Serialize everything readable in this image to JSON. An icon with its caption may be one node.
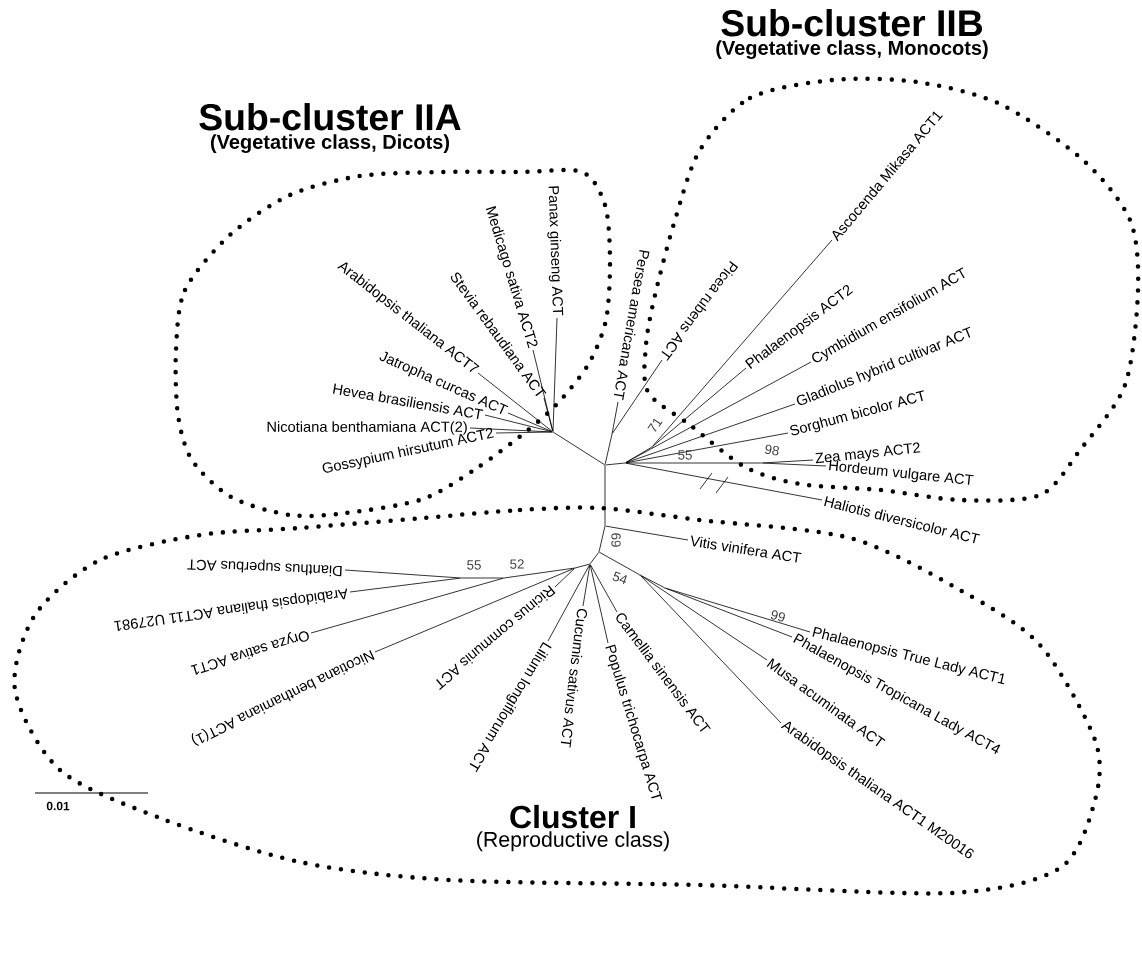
{
  "diagram": {
    "nodes": [
      {
        "text": [
          "Sub-cluster IIA",
          "(Vegetative class, Dicots)"
        ]
      },
      {
        "text": [
          "Sub-cluster IIB",
          "(Vegetative class, Monocots)"
        ]
      },
      {
        "text": [
          "Cluster I",
          "(Reproductive class)"
        ]
      },
      {
        "text": [
          "Panax ginseng ACT"
        ],
        "in": 0
      },
      {
        "text": [
          "Medicago sativa ACT2"
        ],
        "in": 0
      },
      {
        "text": [
          "Stevia rebaudiana ACT"
        ],
        "in": 0
      },
      {
        "text": [
          "Arabidopsis thaliana ACT7"
        ],
        "in": 0
      },
      {
        "text": [
          "Jatropha curcas ACT"
        ],
        "in": 0
      },
      {
        "text": [
          "Hevea brasiliensis ACT"
        ],
        "in": 0
      },
      {
        "text": [
          "Nicotiana benthamiana ACT(2)"
        ],
        "in": 0
      },
      {
        "text": [
          "Gossypium hirsutum ACT2"
        ],
        "in": 0
      },
      {
        "text": [
          "Persea americana ACT"
        ]
      },
      {
        "text": [
          "Picea rubens ACT"
        ],
        "in": 1
      },
      {
        "text": [
          "Ascocenda Mikasa ACT1"
        ],
        "in": 1
      },
      {
        "text": [
          "Phalaenopsis ACT2"
        ],
        "in": 1
      },
      {
        "text": [
          "Cymbidium ensifolium ACT"
        ],
        "in": 1
      },
      {
        "text": [
          "Gladiolus hybrid cultivar ACT"
        ],
        "in": 1
      },
      {
        "text": [
          "Sorghum bicolor ACT"
        ],
        "in": 1
      },
      {
        "text": [
          "Zea mays ACT2"
        ],
        "in": 1
      },
      {
        "text": [
          "Hordeum vulgare ACT"
        ],
        "in": 1
      },
      {
        "text": [
          "Haliotis diversicolor ACT"
        ]
      },
      {
        "text": [
          "Vitis vinifera ACT"
        ],
        "in": 2
      },
      {
        "text": [
          "Dianthus superbus ACT"
        ],
        "in": 2
      },
      {
        "text": [
          "Arabidopsis thaliana ACT11 U27981"
        ],
        "in": 2
      },
      {
        "text": [
          "Oryza sativa ACT1"
        ],
        "in": 2
      },
      {
        "text": [
          "Nicotiana benthamiana ACT(1)"
        ],
        "in": 2
      },
      {
        "text": [
          "Ricinus communis ACT"
        ],
        "in": 2
      },
      {
        "text": [
          "Lilium longiflorum ACT"
        ],
        "in": 2
      },
      {
        "text": [
          "Cucumis sativus ACT"
        ],
        "in": 2
      },
      {
        "text": [
          "Populus trichocarpa ACT"
        ],
        "in": 2
      },
      {
        "text": [
          "Camellia sinensis ACT"
        ],
        "in": 2
      },
      {
        "text": [
          "Phalaenopsis True Lady ACT1"
        ],
        "in": 2
      },
      {
        "text": [
          "Phalaenopsis Tropicana Lady ACT4"
        ],
        "in": 2
      },
      {
        "text": [
          "Musa acuminata ACT"
        ],
        "in": 2
      },
      {
        "text": [
          "Arabidopsis thaliana ACT1 M20016"
        ],
        "in": 2
      },
      {
        "text": [],
        "shape": "point"
      },
      {
        "text": [],
        "shape": "point",
        "in": 0
      },
      {
        "text": [],
        "shape": "point"
      },
      {
        "text": [],
        "shape": "point"
      },
      {
        "text": [],
        "shape": "point"
      },
      {
        "text": [],
        "shape": "point",
        "in": 1
      },
      {
        "text": [],
        "shape": "point",
        "in": 2
      },
      {
        "text": [],
        "shape": "point",
        "in": 2
      },
      {
        "text": [],
        "shape": "point",
        "in": 2
      },
      {
        "text": [],
        "shape": "point",
        "in": 2
      },
      {
        "text": [],
        "shape": "point",
        "in": 2
      },
      {
        "text": [],
        "shape": "point",
        "in": 2
      },
      {
        "text": [],
        "shape": "point",
        "in": 2
      },
      {
        "text": [],
        "shape": "point",
        "in": 2
      }
    ],
    "edges": [
      {
        "from": 35,
        "to": 36,
        "arrow": "none"
      },
      {
        "from": 35,
        "to": 37,
        "arrow": "none"
      },
      {
        "from": 35,
        "to": 38,
        "arrow": "none"
      },
      {
        "from": 35,
        "to": 41,
        "arrow": "none"
      },
      {
        "from": 36,
        "to": 3,
        "arrow": "none"
      },
      {
        "from": 36,
        "to": 4,
        "arrow": "none"
      },
      {
        "from": 36,
        "to": 5,
        "arrow": "none"
      },
      {
        "from": 36,
        "to": 6,
        "arrow": "none"
      },
      {
        "from": 36,
        "to": 7,
        "arrow": "none"
      },
      {
        "from": 36,
        "to": 8,
        "arrow": "none"
      },
      {
        "from": 36,
        "to": 9,
        "arrow": "none"
      },
      {
        "from": 36,
        "to": 10,
        "arrow": "none"
      },
      {
        "from": 37,
        "to": 11,
        "arrow": "none"
      },
      {
        "from": 37,
        "to": 12,
        "arrow": "none"
      },
      {
        "from": 38,
        "to": 39,
        "arrow": "none"
      },
      {
        "from": 38,
        "to": 15,
        "arrow": "none"
      },
      {
        "from": 38,
        "to": 16,
        "arrow": "none"
      },
      {
        "from": 38,
        "to": 17,
        "arrow": "none"
      },
      {
        "from": 38,
        "to": 40,
        "arrow": "none"
      },
      {
        "from": 38,
        "to": 20,
        "arrow": "none"
      },
      {
        "from": 39,
        "to": 13,
        "arrow": "none"
      },
      {
        "from": 39,
        "to": 14,
        "arrow": "none"
      },
      {
        "from": 40,
        "to": 18,
        "arrow": "none"
      },
      {
        "from": 40,
        "to": 19,
        "arrow": "none"
      },
      {
        "from": 41,
        "to": 21,
        "arrow": "none"
      },
      {
        "from": 41,
        "to": 42,
        "arrow": "none"
      },
      {
        "from": 42,
        "to": 43,
        "arrow": "none"
      },
      {
        "from": 42,
        "to": 45,
        "arrow": "none"
      },
      {
        "from": 43,
        "to": 44,
        "arrow": "none"
      },
      {
        "from": 43,
        "to": 33,
        "arrow": "none"
      },
      {
        "from": 43,
        "to": 34,
        "arrow": "none"
      },
      {
        "from": 44,
        "to": 31,
        "arrow": "none"
      },
      {
        "from": 44,
        "to": 32,
        "arrow": "none"
      },
      {
        "from": 45,
        "to": 30,
        "arrow": "none"
      },
      {
        "from": 45,
        "to": 29,
        "arrow": "none"
      },
      {
        "from": 45,
        "to": 28,
        "arrow": "none"
      },
      {
        "from": 45,
        "to": 27,
        "arrow": "none"
      },
      {
        "from": 45,
        "to": 46,
        "arrow": "none"
      },
      {
        "from": 46,
        "to": 26,
        "arrow": "none"
      },
      {
        "from": 46,
        "to": 25,
        "arrow": "none"
      },
      {
        "from": 46,
        "to": 47,
        "arrow": "none"
      },
      {
        "from": 47,
        "to": 24,
        "arrow": "none"
      },
      {
        "from": 47,
        "to": 48,
        "arrow": "none"
      },
      {
        "from": 48,
        "to": 23,
        "arrow": "none"
      },
      {
        "from": 48,
        "to": 22,
        "arrow": "none"
      }
    ],
    "labels": [
      "71",
      "55",
      "98",
      "69",
      "55",
      "52",
      "54",
      "99",
      "0.01"
    ]
  }
}
